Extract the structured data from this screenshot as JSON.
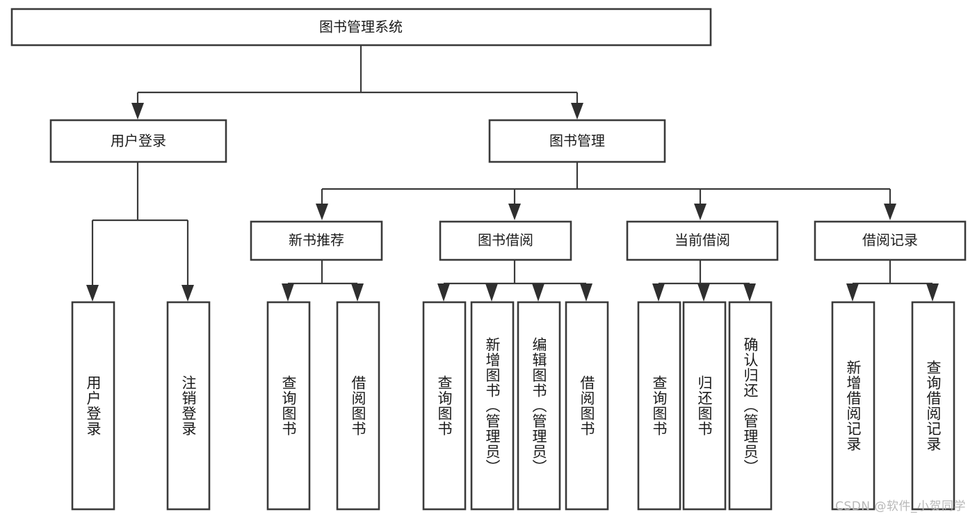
{
  "diagram": {
    "title": "图书管理系统",
    "type": "functional-structure-tree",
    "colors": {
      "background": "#ffffff",
      "box_fill": "#ffffff",
      "box_stroke": "#3a3a3a",
      "text": "#1b1b1b",
      "watermark": "#b8b8b8"
    },
    "root": {
      "label": "图书管理系统"
    },
    "level2": [
      {
        "label": "用户登录"
      },
      {
        "label": "图书管理"
      }
    ],
    "level3": [
      {
        "label": "新书推荐"
      },
      {
        "label": "图书借阅"
      },
      {
        "label": "当前借阅"
      },
      {
        "label": "借阅记录"
      }
    ],
    "leaves": {
      "user_login": [
        {
          "label": "用户登录"
        },
        {
          "label": "注销登录"
        }
      ],
      "new_book_recommend": [
        {
          "label": "查询图书"
        },
        {
          "label": "借阅图书"
        }
      ],
      "book_borrow": [
        {
          "label": "查询图书"
        },
        {
          "label": "新增图书（管理员）"
        },
        {
          "label": "编辑图书（管理员）"
        },
        {
          "label": "借阅图书"
        }
      ],
      "current_borrow": [
        {
          "label": "查询图书"
        },
        {
          "label": "归还图书"
        },
        {
          "label": "确认归还（管理员）"
        }
      ],
      "borrow_record": [
        {
          "label": "新增借阅记录"
        },
        {
          "label": "查询借阅记录"
        }
      ]
    },
    "watermark": "CSDN @软件_小贺同学"
  }
}
